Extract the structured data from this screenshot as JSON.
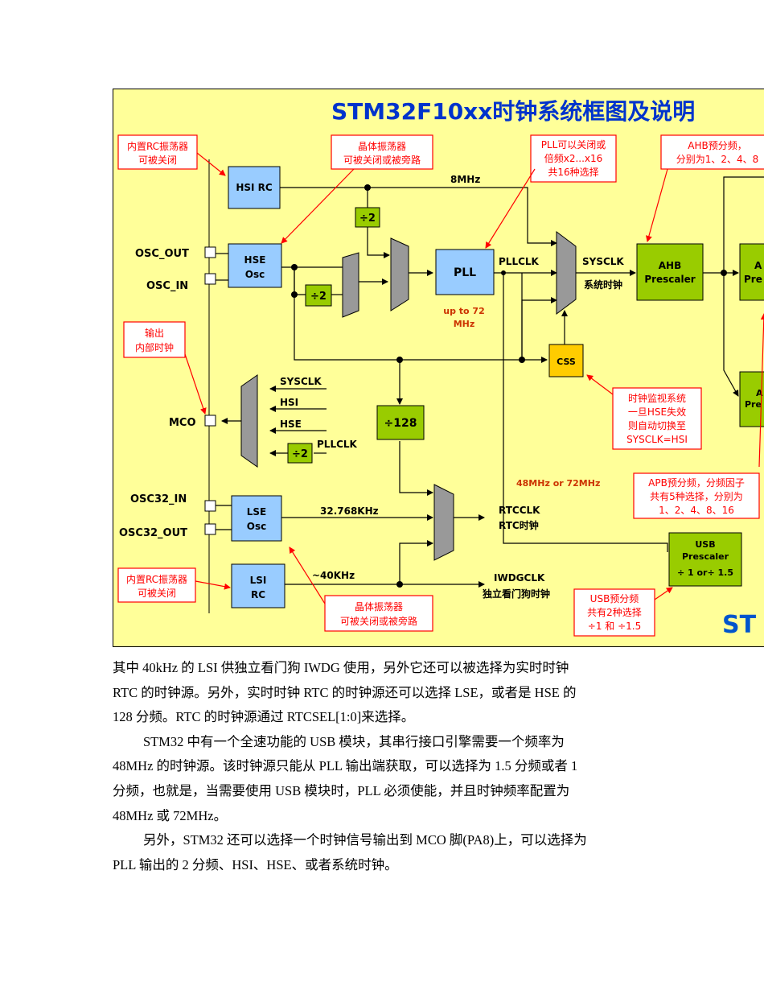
{
  "diagram": {
    "title": "STM32F10xx时钟系统框图及说明",
    "brand_partial": "ST",
    "colors": {
      "background": "#ffff99",
      "blue_block": "#99ccff",
      "green_block": "#99cc00",
      "css_block": "#ffcc00",
      "note_text": "#ff0000",
      "title_text": "#0033cc",
      "lines": "#000000"
    },
    "pins": {
      "osc_out": "OSC_OUT",
      "osc_in": "OSC_IN",
      "mco": "MCO",
      "osc32_in": "OSC32_IN",
      "osc32_out": "OSC32_OUT"
    },
    "blocks": {
      "hsi_rc": "HSI RC",
      "hse_osc_1": "HSE",
      "hse_osc_2": "Osc",
      "div2_a": "÷2",
      "div2_b": "÷2",
      "div2_c": "÷2",
      "pll": "PLL",
      "css": "CSS",
      "ahb_1": "AHB",
      "ahb_2": "Prescaler",
      "apb1_partial": "A",
      "apb1_partial_2": "Pre",
      "apb2_partial": "A",
      "apb2_partial_2": "Pre",
      "div128": "÷128",
      "lse_osc_1": "LSE",
      "lse_osc_2": "Osc",
      "lsi_rc_1": "LSI",
      "lsi_rc_2": "RC",
      "usb_1": "USB",
      "usb_2": "Prescaler",
      "usb_3": "÷ 1 or÷ 1.5"
    },
    "signals": {
      "mhz8": "8MHz",
      "pllclk": "PLLCLK",
      "sysclk": "SYSCLK",
      "sysclk_cn": "系统时钟",
      "upto72_1": "up to 72",
      "upto72_2": "MHz",
      "mco_sysclk": "SYSCLK",
      "mco_hsi": "HSI",
      "mco_hse": "HSE",
      "mco_pllclk": "PLLCLK",
      "usb_freq": "48MHz or 72MHz",
      "lse_freq": "32.768KHz",
      "rtcclk": "RTCCLK",
      "rtc_cn": "RTC时钟",
      "lsi_freq": "~40KHz",
      "iwdgclk": "IWDGCLK",
      "iwdg_cn": "独立看门狗时钟"
    },
    "notes": {
      "hsi_1": "内置RC振荡器",
      "hsi_2": "可被关闭",
      "hse_1": "晶体振荡器",
      "hse_2": "可被关闭或被旁路",
      "pll_1": "PLL可以关闭或",
      "pll_2": "倍频x2...x16",
      "pll_3": "共16种选择",
      "ahb_1": "AHB预分频，",
      "ahb_2": "分别为1、2、4、8",
      "mco_1": "输出",
      "mco_2": "内部时钟",
      "css_1": "时钟监视系统",
      "css_2": "一旦HSE失效",
      "css_3": "则自动切换至",
      "css_4": "SYSCLK=HSI",
      "apb_1": "APB预分频，分频因子",
      "apb_2": "共有5种选择，分别为",
      "apb_3": "1、2、4、8、16",
      "lsi_1": "内置RC振荡器",
      "lsi_2": "可被关闭",
      "lse_1": "晶体振荡器",
      "lse_2": "可被关闭或被旁路",
      "usb_1": "USB预分频",
      "usb_2": "共有2种选择",
      "usb_3": "÷1 和 ÷1.5"
    }
  },
  "body": {
    "p1_l1": "其中 40kHz 的 LSI 供独立看门狗 IWDG 使用，另外它还可以被选择为实时时钟",
    "p1_l2": "RTC 的时钟源。另外，实时时钟 RTC 的时钟源还可以选择 LSE，或者是 HSE 的",
    "p1_l3": "128 分频。RTC 的时钟源通过 RTCSEL[1:0]来选择。",
    "p2_l1": "STM32 中有一个全速功能的 USB 模块，其串行接口引擎需要一个频率为",
    "p2_l2": "48MHz 的时钟源。该时钟源只能从 PLL 输出端获取，可以选择为 1.5 分频或者 1",
    "p2_l3": "分频，也就是，当需要使用 USB 模块时，PLL 必须使能，并且时钟频率配置为",
    "p2_l4": "48MHz 或 72MHz。",
    "p3_l1": "另外，STM32 还可以选择一个时钟信号输出到 MCO 脚(PA8)上，可以选择为",
    "p3_l2": "PLL 输出的 2 分频、HSI、HSE、或者系统时钟。"
  }
}
